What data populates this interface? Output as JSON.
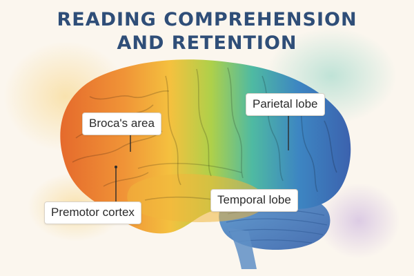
{
  "diagram": {
    "title_line1": "READING COMPREHENSION",
    "title_line2": "AND RETENTION",
    "labels": {
      "broca": "Broca's area",
      "parietal": "Parietal lobe",
      "temporal": "Temporal lobe",
      "premotor": "Premotor cortex"
    }
  },
  "colors": {
    "title": "#2f4e78",
    "background": "#fbf6ee",
    "frontal": "#e9752f",
    "motor": "#f2b53a",
    "central": "#a9cf45",
    "parietal": "#49b9a9",
    "occipital": "#3e72bd",
    "cerebellum": "#4d86c4"
  }
}
